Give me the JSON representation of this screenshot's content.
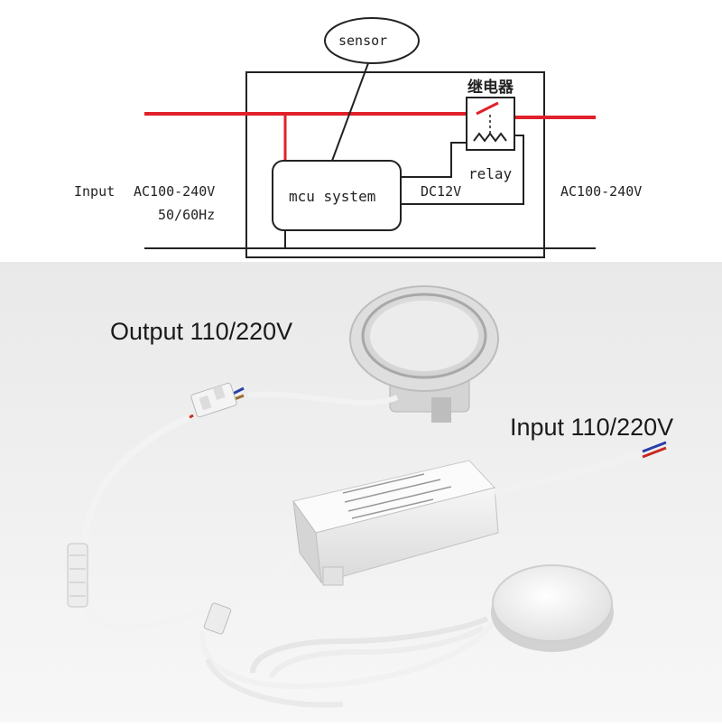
{
  "diagram": {
    "sensor_label": "sensor",
    "relay_cn_label": "继电器",
    "relay_label": "relay",
    "mcu_label": "mcu system",
    "dc_label": "DC12V",
    "input_label": "Input",
    "input_voltage": "AC100-240V",
    "input_freq": "50/60Hz",
    "output_voltage": "AC100-240V"
  },
  "photo": {
    "output_label": "Output 110/220V",
    "input_label": "Input 110/220V"
  }
}
